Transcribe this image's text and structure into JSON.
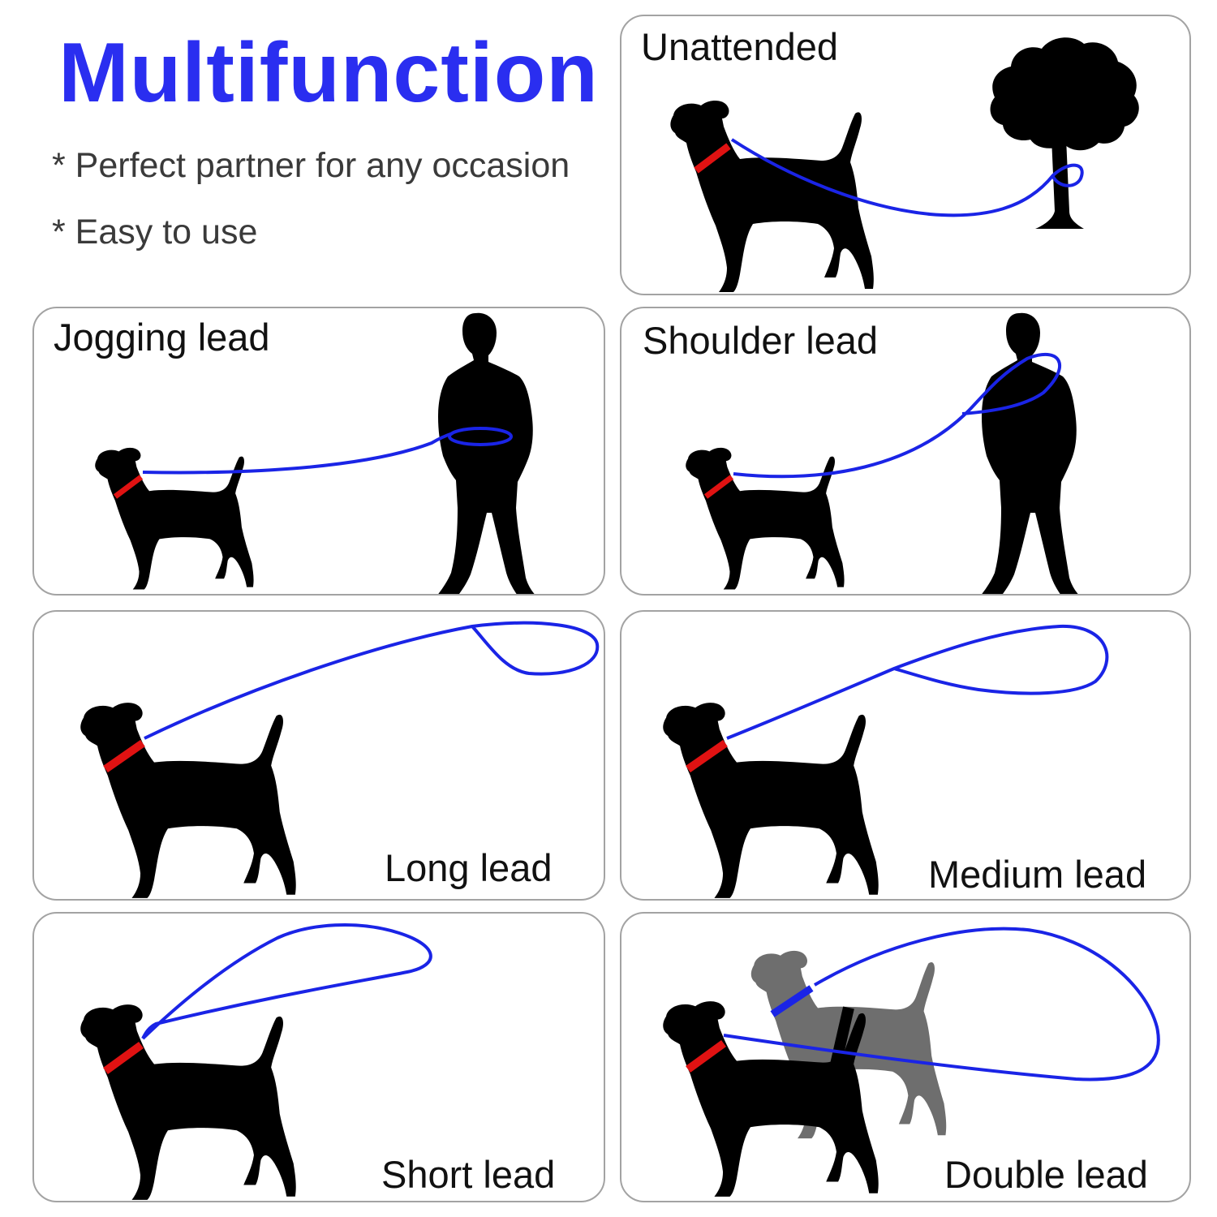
{
  "header": {
    "title": "Multifunction",
    "bullets": [
      "* Perfect partner for any occasion",
      "* Easy to use"
    ]
  },
  "panels": [
    {
      "label": "Unattended"
    },
    {
      "label": "Jogging lead"
    },
    {
      "label": "Shoulder lead"
    },
    {
      "label": "Long lead"
    },
    {
      "label": "Medium lead"
    },
    {
      "label": "Short lead"
    },
    {
      "label": "Double lead"
    }
  ],
  "colors": {
    "title": "#2a2ef0",
    "leash": "#1a24e6",
    "collar": "#e01212",
    "silhouette": "#000000",
    "second_dog": "#6e6e6e",
    "panel_border": "#a3a3a3"
  },
  "icons": [
    "dog-silhouette-icon",
    "person-silhouette-icon",
    "tree-silhouette-icon",
    "leash-icon",
    "collar-icon"
  ]
}
